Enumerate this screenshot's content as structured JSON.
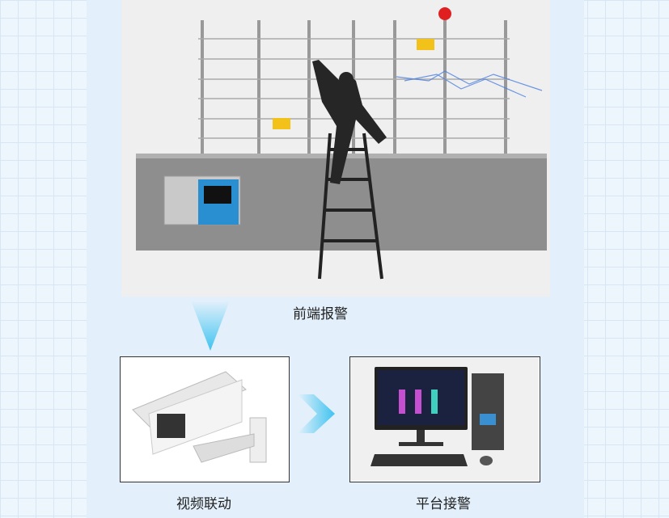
{
  "labels": {
    "front_alarm": "前端报警",
    "video_linkage": "视频联动",
    "platform_alarm": "平台接警"
  },
  "colors": {
    "accent": "#3fc3f0",
    "panel": "#e3f0fb"
  }
}
